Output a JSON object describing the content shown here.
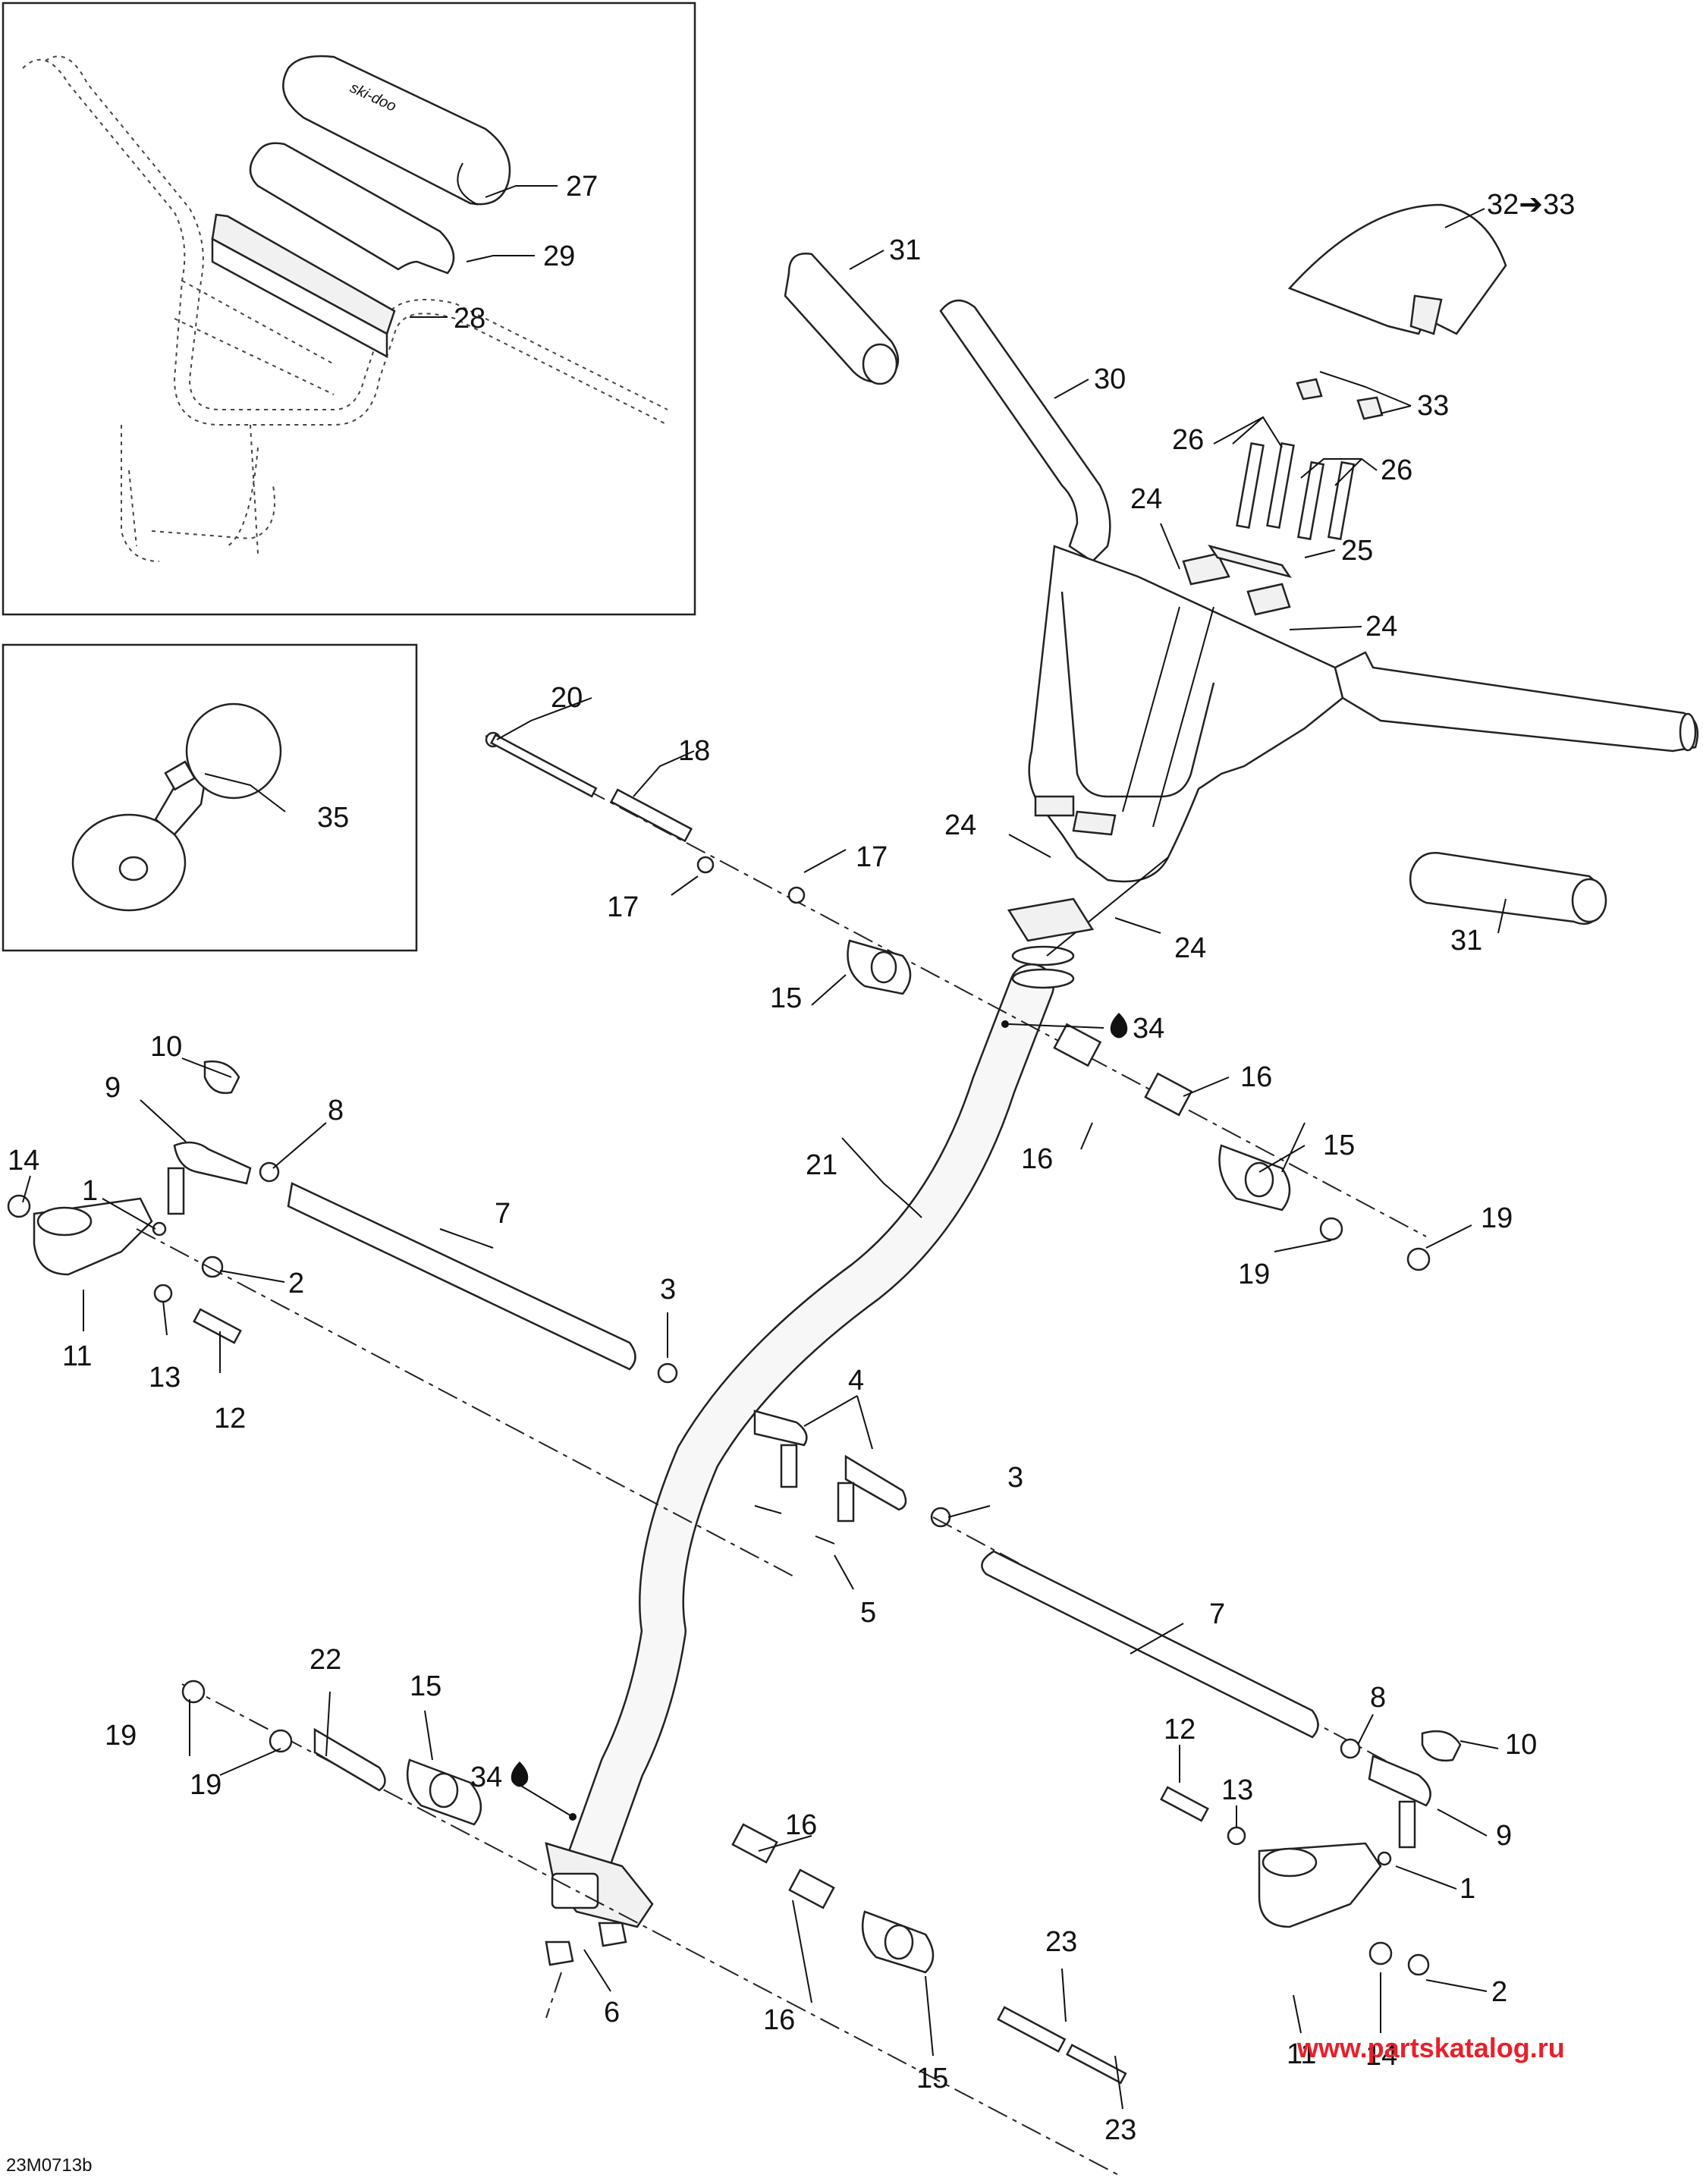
{
  "labels": {
    "l1a": "1",
    "l1b": "1",
    "l2a": "2",
    "l2b": "2",
    "l3a": "3",
    "l3b": "3",
    "l4": "4",
    "l5": "5",
    "l6": "6",
    "l7a": "7",
    "l7b": "7",
    "l8a": "8",
    "l8b": "8",
    "l9a": "9",
    "l9b": "9",
    "l10a": "10",
    "l10b": "10",
    "l11a": "11",
    "l11b": "11",
    "l12a": "12",
    "l12b": "12",
    "l13a": "13",
    "l13b": "13",
    "l14a": "14",
    "l14b": "14",
    "l15a": "15",
    "l15b": "15",
    "l15c": "15",
    "l15d": "15",
    "l16a": "16",
    "l16b": "16",
    "l16c": "16",
    "l16d": "16",
    "l17a": "17",
    "l17b": "17",
    "l18": "18",
    "l19a": "19",
    "l19b": "19",
    "l19c": "19",
    "l19d": "19",
    "l20": "20",
    "l21": "21",
    "l22": "22",
    "l23a": "23",
    "l23b": "23",
    "l24a": "24",
    "l24b": "24",
    "l24c": "24",
    "l24d": "24",
    "l25": "25",
    "l26a": "26",
    "l26b": "26",
    "l27": "27",
    "l28": "28",
    "l29": "29",
    "l30": "30",
    "l31a": "31",
    "l31b": "31",
    "l32_33": "32➔33",
    "l33": "33",
    "l34a": "34",
    "l34b": "34",
    "l35": "35"
  },
  "drawing_code": "23M0713b",
  "watermark": "www.partskatalog.ru",
  "colors": {
    "line": "#222222",
    "watermark": "#e8202a",
    "background": "#ffffff"
  },
  "icons": {
    "lubricant": "drop-icon"
  }
}
